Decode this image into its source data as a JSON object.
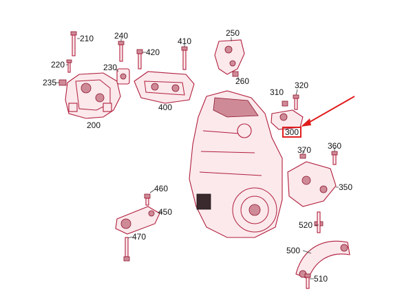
{
  "callouts": {
    "c200": "200",
    "c210": "210",
    "c220": "220",
    "c230": "230",
    "c235": "235",
    "c240": "240",
    "c250": "250",
    "c260": "260",
    "c300": "300",
    "c310": "310",
    "c320": "320",
    "c350": "350",
    "c360": "360",
    "c370": "370",
    "c400": "400",
    "c410": "410",
    "c420": "420",
    "c450": "450",
    "c460": "460",
    "c470": "470",
    "c500": "500",
    "c510": "510",
    "c520": "520"
  },
  "highlight": {
    "part": "300",
    "color": "#e01d1d"
  },
  "colors": {
    "line_art": "#b01c3a",
    "fill": "#fbe9ec",
    "arrow": "#e01d1d"
  }
}
